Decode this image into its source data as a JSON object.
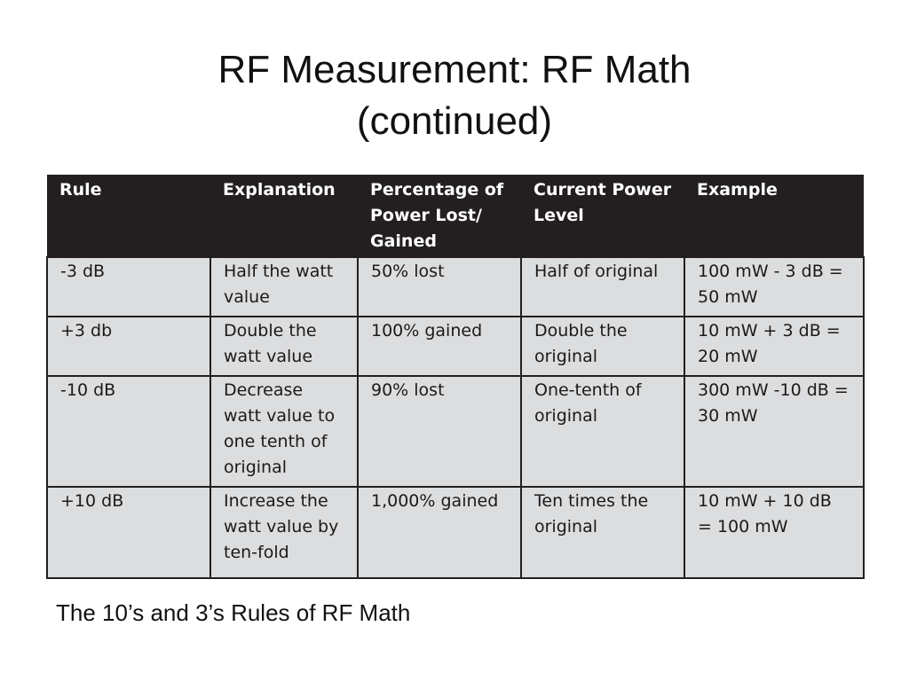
{
  "title": {
    "line1": "RF Measurement: RF Math",
    "line2": "(continued)"
  },
  "table": {
    "headers": [
      "Rule",
      "Explanation",
      "Percentage of Power Lost/ Gained",
      "Current Power Level",
      "Example"
    ],
    "rows": [
      [
        "-3 dB",
        "Half the watt value",
        "50% lost",
        "Half of original",
        "100 mW - 3 dB = 50 mW"
      ],
      [
        "+3 db",
        "Double the watt value",
        "100% gained",
        "Double the original",
        "10 mW + 3 dB = 20 mW"
      ],
      [
        "-10 dB",
        "Decrease watt value to one tenth of original",
        "90% lost",
        "One-tenth of original",
        "300 mW -10 dB = 30 mW"
      ],
      [
        "+10 dB",
        "Increase the watt value by ten-fold",
        "1,000% gained",
        "Ten times the original",
        "10 mW + 10 dB = 100 mW"
      ]
    ]
  },
  "caption": "The 10’s and 3’s Rules of RF Math",
  "colors": {
    "header_bg": "#231f20",
    "cell_bg": "#dcdddf",
    "grid": "#231f20"
  }
}
